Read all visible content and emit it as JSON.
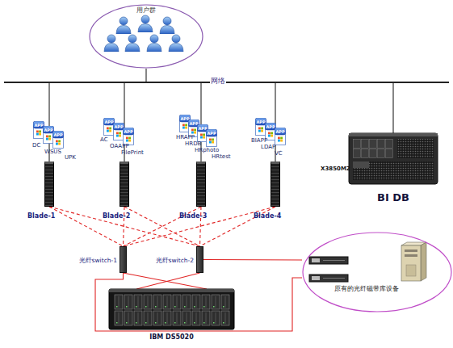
{
  "diagram": {
    "nodes": [
      {
        "text": [
          "用户群"
        ]
      },
      {
        "text": [
          "网络"
        ]
      },
      {
        "text": [
          "Blade-1"
        ]
      },
      {
        "text": [
          "Blade-2"
        ]
      },
      {
        "text": [
          "Blade-3"
        ]
      },
      {
        "text": [
          "Blade-4"
        ]
      },
      {
        "text": [
          "X3850M2",
          "BI DB"
        ]
      },
      {
        "text": [
          "光纤switch-1"
        ]
      },
      {
        "text": [
          "光纤switch-2"
        ]
      },
      {
        "text": [
          "IBM DS5020"
        ]
      },
      {
        "text": [
          "原有的光纤磁带库设备"
        ]
      }
    ],
    "edges": [
      {
        "from": 0,
        "to": 1,
        "arrow": "none"
      },
      {
        "from": 1,
        "to": 2,
        "arrow": "none"
      },
      {
        "from": 1,
        "to": 3,
        "arrow": "none"
      },
      {
        "from": 1,
        "to": 4,
        "arrow": "none"
      },
      {
        "from": 1,
        "to": 5,
        "arrow": "none"
      },
      {
        "from": 1,
        "to": 6,
        "arrow": "none"
      },
      {
        "from": 2,
        "to": 7,
        "arrow": "none"
      },
      {
        "from": 2,
        "to": 8,
        "arrow": "none"
      },
      {
        "from": 3,
        "to": 7,
        "arrow": "none"
      },
      {
        "from": 3,
        "to": 8,
        "arrow": "none"
      },
      {
        "from": 4,
        "to": 7,
        "arrow": "none"
      },
      {
        "from": 4,
        "to": 8,
        "arrow": "none"
      },
      {
        "from": 5,
        "to": 7,
        "arrow": "none"
      },
      {
        "from": 5,
        "to": 8,
        "arrow": "none"
      },
      {
        "from": 7,
        "to": 9,
        "arrow": "none"
      },
      {
        "from": 8,
        "to": 9,
        "arrow": "none"
      },
      {
        "from": 8,
        "to": 10,
        "arrow": "none"
      },
      {
        "from": 7,
        "to": 10,
        "arrow": "none"
      }
    ],
    "labels": [
      "APP",
      "APP",
      "APP",
      "DC",
      "WSUS",
      "UPK",
      "APP",
      "APP",
      "APP",
      "AC",
      "OAAPP",
      "FilePrint",
      "APP",
      "APP",
      "APP",
      "APP",
      "HRAPP",
      "HRDB",
      "HRphoto",
      "HRtest",
      "APP",
      "APP",
      "APP",
      "BIAPP",
      "LDAP",
      "VC"
    ]
  }
}
